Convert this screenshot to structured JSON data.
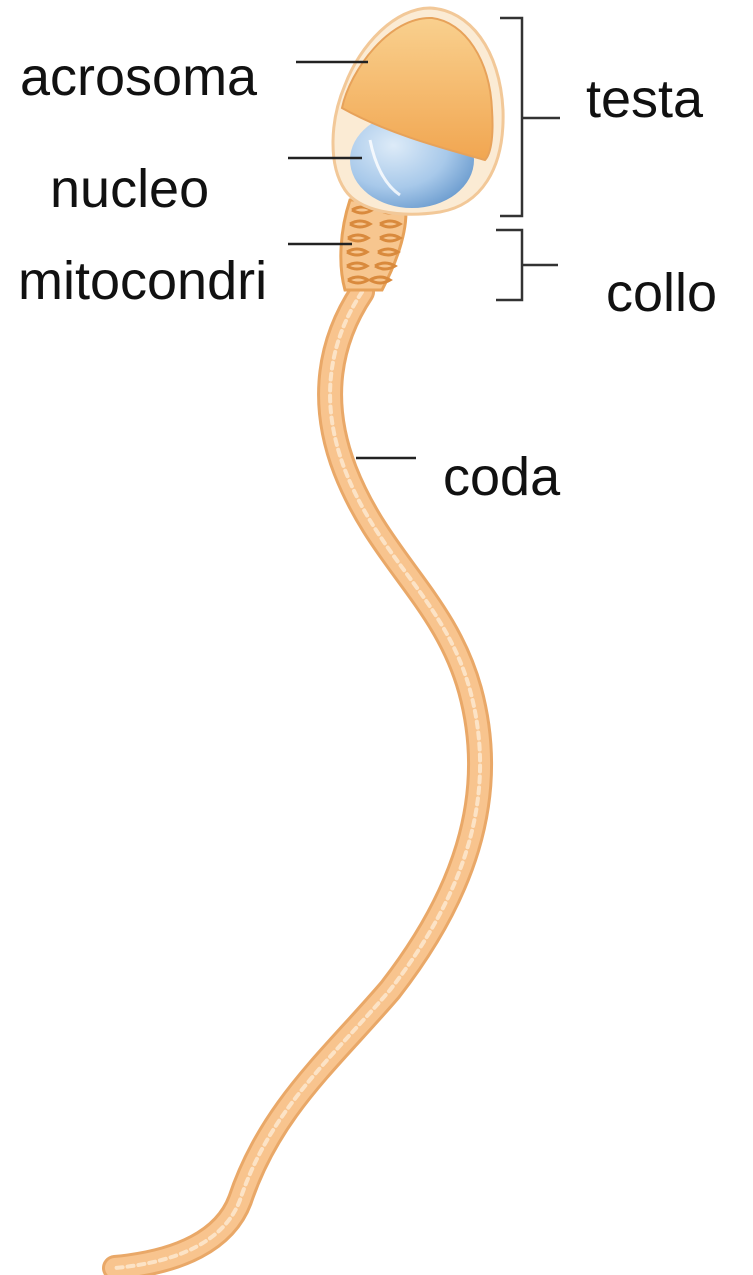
{
  "diagram": {
    "labels": {
      "acrosoma": "acrosoma",
      "nucleo": "nucleo",
      "mitocondri": "mitocondri",
      "testa": "testa",
      "collo": "collo",
      "coda": "coda"
    },
    "colors": {
      "acrosome_fill": "#F4B25F",
      "acrosome_highlight": "#F9D08E",
      "nucleus_fill": "#9EC3E6",
      "nucleus_dark": "#5D91C8",
      "membrane": "#F7E3C4",
      "outline": "#E7A25A",
      "tail_fill": "#F8C48E",
      "tail_stroke": "#E9A868",
      "leader_line": "#222222",
      "bracket": "#333333"
    }
  }
}
